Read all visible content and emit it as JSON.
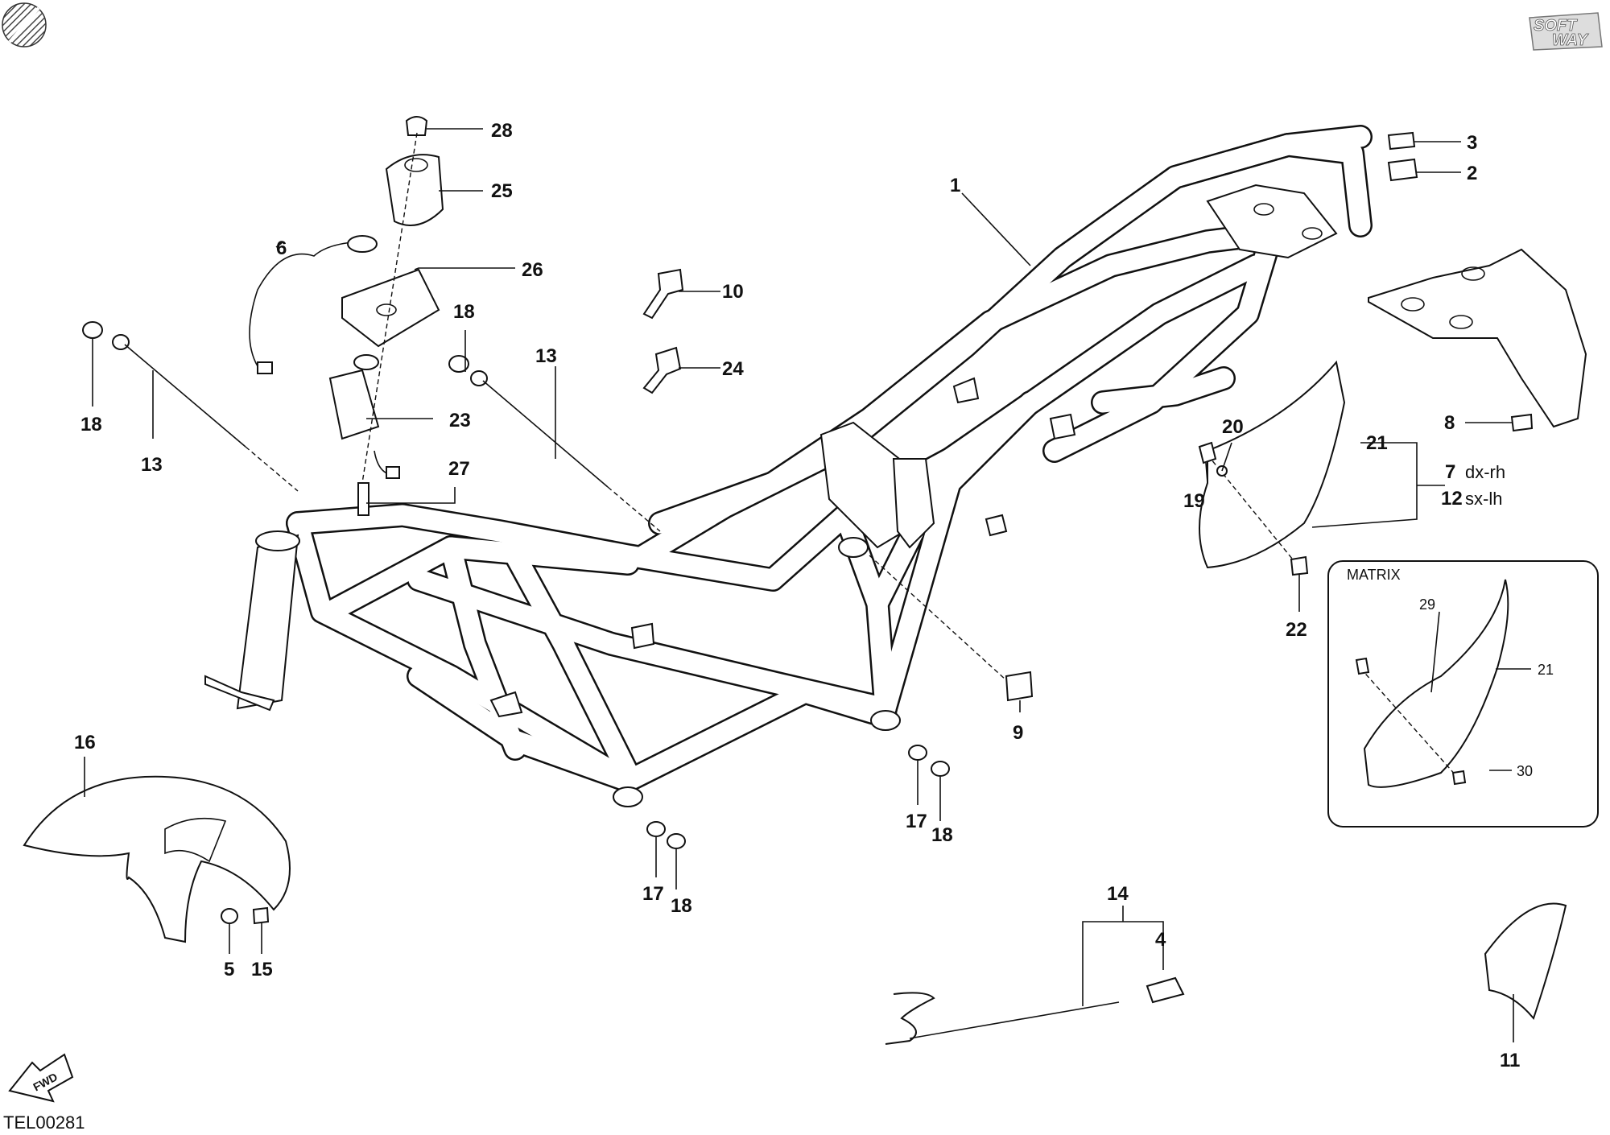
{
  "brand": {
    "line1": "SOFT",
    "line2": "WAY"
  },
  "drawing_code": "TEL00281",
  "fwd_label": "FWD",
  "inset_title": "MATRIX",
  "variants": {
    "rh_num": "7",
    "rh_text": "dx-rh",
    "lh_num": "12",
    "lh_text": "sx-lh"
  },
  "callouts": {
    "p1": "1",
    "p2": "2",
    "p3": "3",
    "p4": "4",
    "p5": "5",
    "p6": "6",
    "p8": "8",
    "p9": "9",
    "p10": "10",
    "p11": "11",
    "p13a": "13",
    "p13b": "13",
    "p14": "14",
    "p15": "15",
    "p16": "16",
    "p17a": "17",
    "p17b": "17",
    "p18a": "18",
    "p18b": "18",
    "p18c": "18",
    "p18d": "18",
    "p19": "19",
    "p20": "20",
    "p21": "21",
    "p22": "22",
    "p23": "23",
    "p24": "24",
    "p25": "25",
    "p26": "26",
    "p27": "27",
    "p28": "28",
    "p29": "29",
    "p21m": "21",
    "p30": "30"
  },
  "colors": {
    "ink": "#111111",
    "paper": "#ffffff"
  }
}
